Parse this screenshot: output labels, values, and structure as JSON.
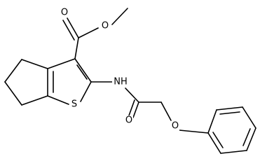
{
  "structure": {
    "colors": {
      "bond": "#000000",
      "label": "#000000",
      "background": "#ffffff"
    },
    "atom_labels": {
      "carbonyl_o1": "O",
      "ester_o": "O",
      "sulfur": "S",
      "amide_nh": "NH",
      "amide_o": "O",
      "ether_o": "O"
    }
  }
}
